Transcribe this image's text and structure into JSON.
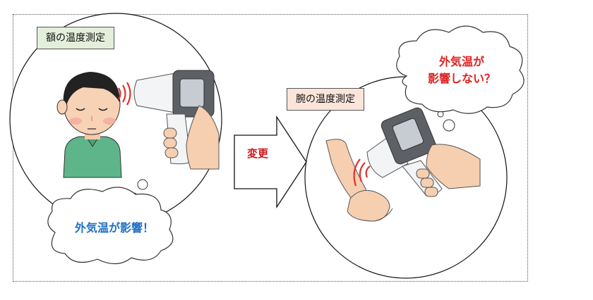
{
  "left_panel": {
    "label": "額の温度測定",
    "bubble_text": "外気温が影響！"
  },
  "right_panel": {
    "label": "腕の温度測定",
    "bubble_text_line1": "外気温が",
    "bubble_text_line2": "影響しない？"
  },
  "arrow": {
    "label": "変更"
  },
  "colors": {
    "left_label_bg": "#e4efdb",
    "right_label_bg": "#fbe5da",
    "left_bubble_text": "#2170c4",
    "right_bubble_text": "#e02020",
    "arrow_label": "#d0151b"
  }
}
